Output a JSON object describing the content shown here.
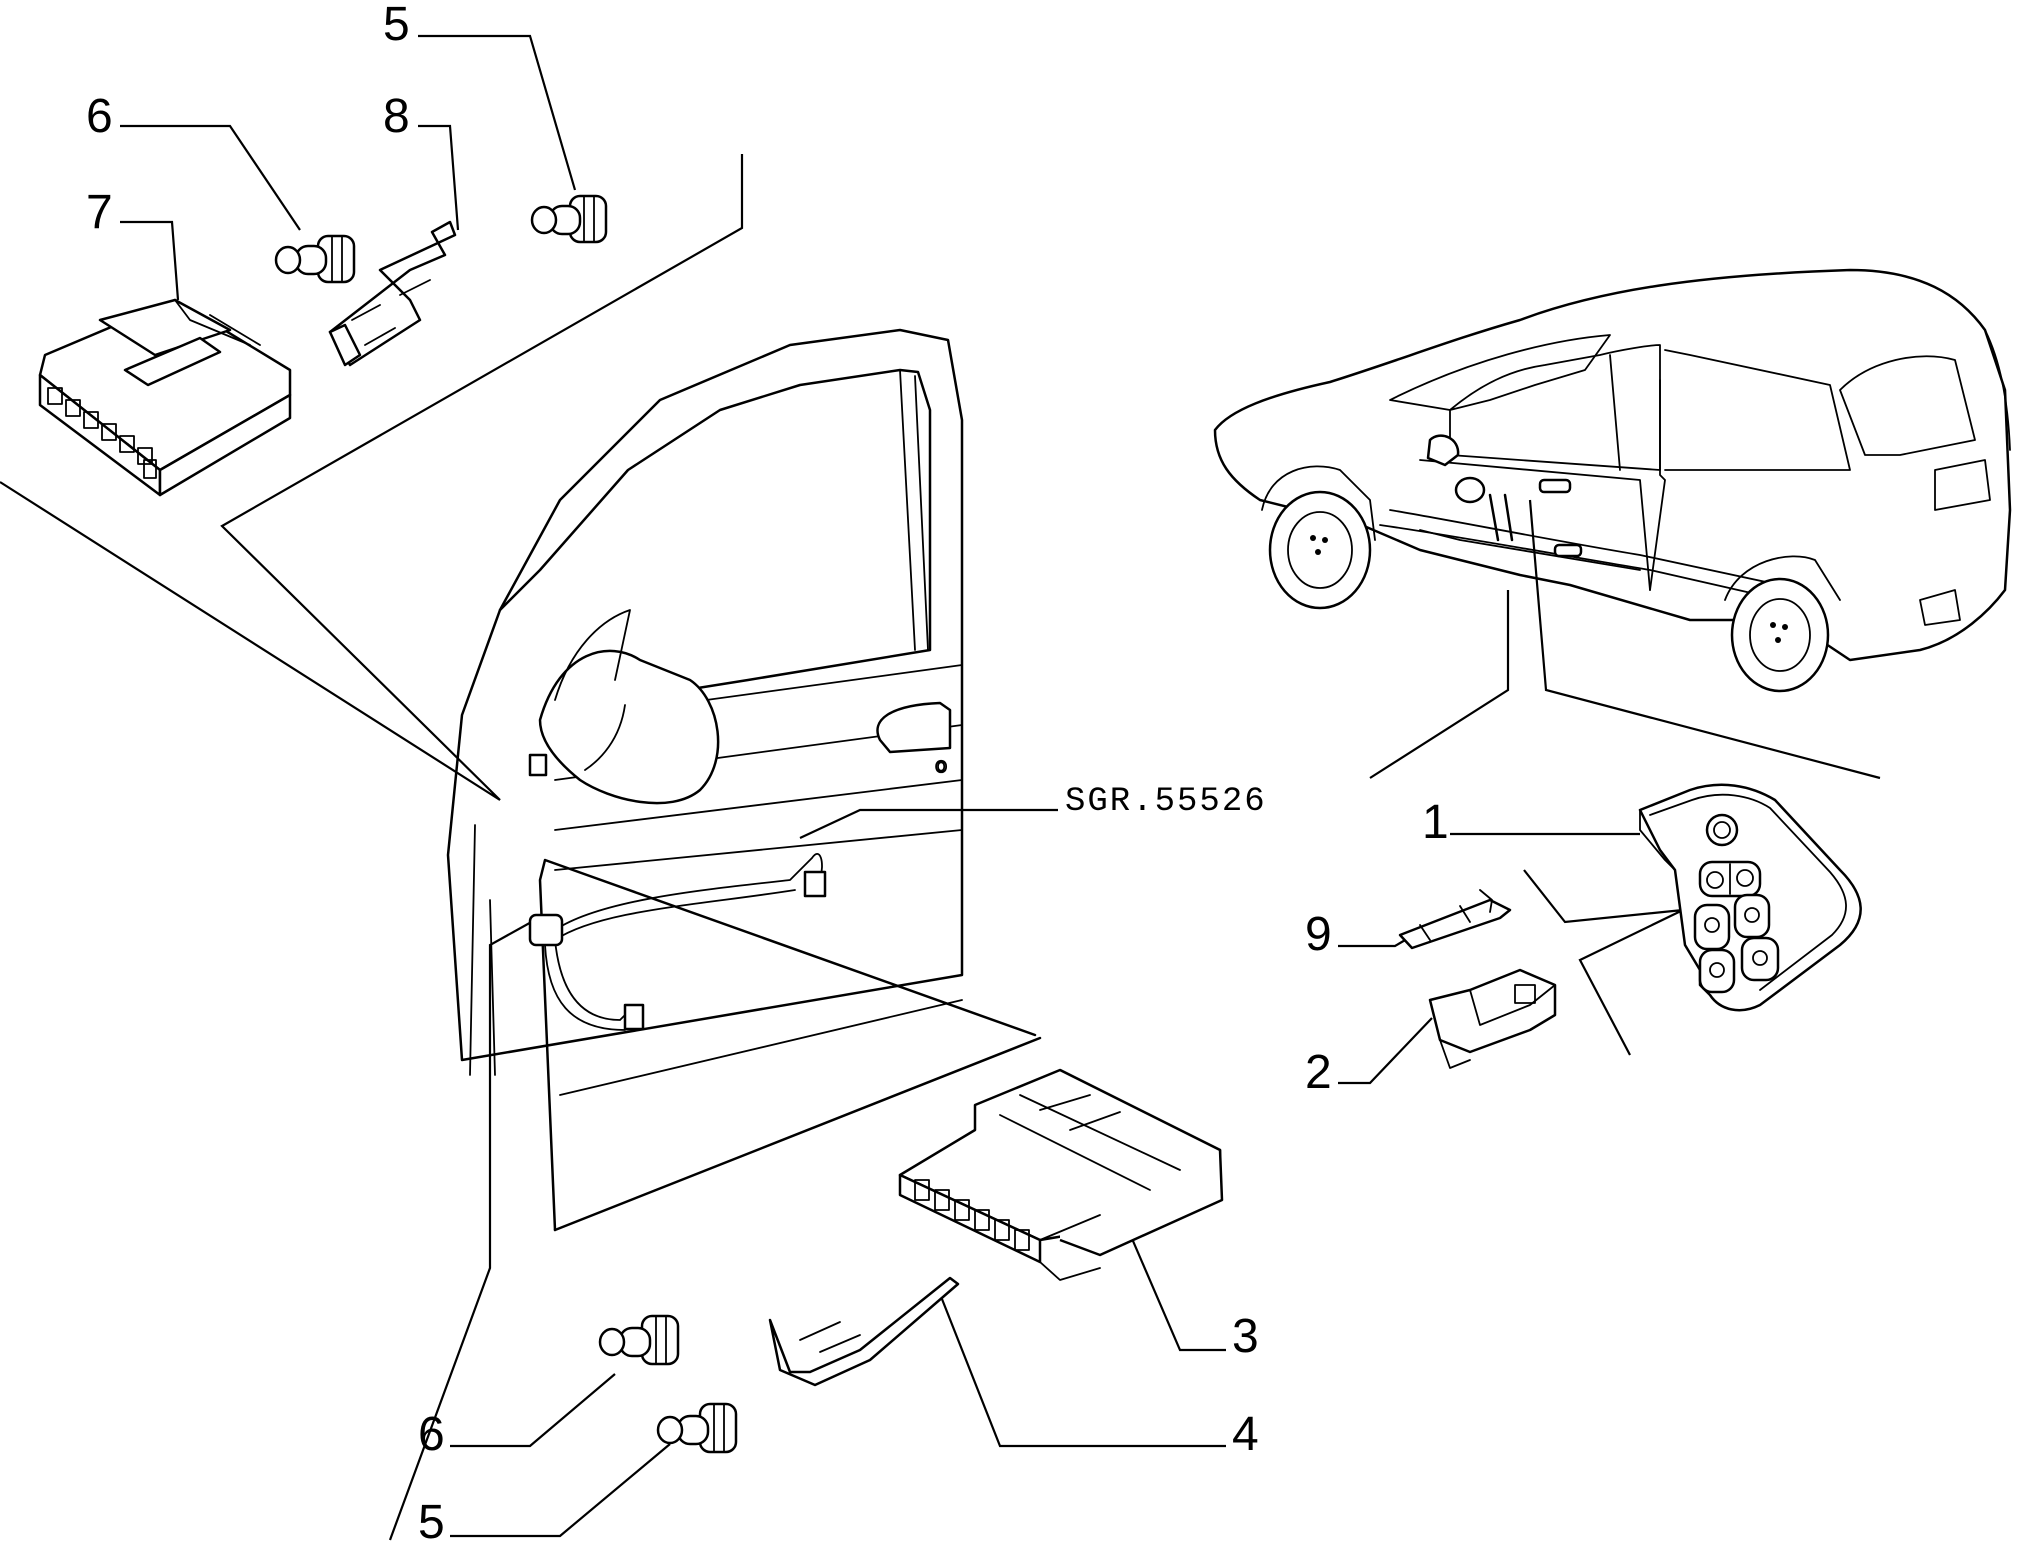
{
  "diagram": {
    "reference_code": "SGR.55526",
    "callouts": {
      "c1": "1",
      "c2": "2",
      "c3": "3",
      "c4": "4",
      "c5_top": "5",
      "c5_bottom": "5",
      "c6_top": "6",
      "c6_bottom": "6",
      "c7": "7",
      "c8": "8",
      "c9": "9"
    },
    "colors": {
      "line": "#000000",
      "background": "#ffffff"
    }
  }
}
